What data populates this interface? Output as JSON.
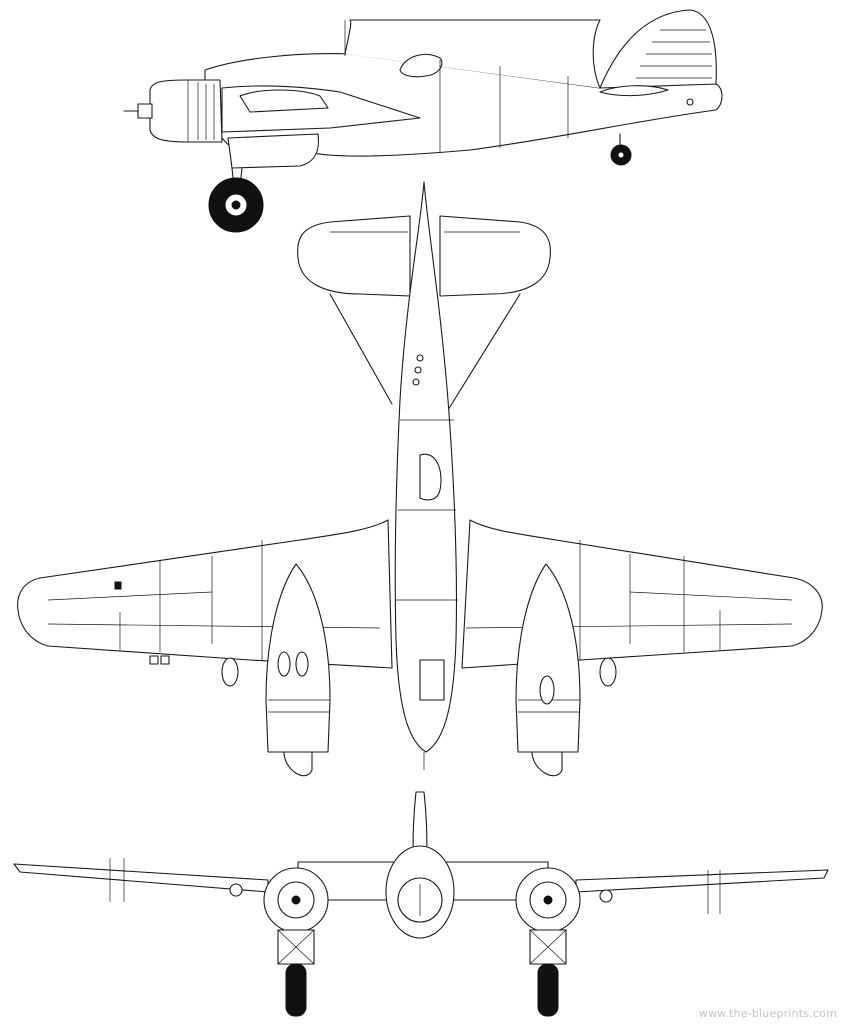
{
  "drawing": {
    "views": [
      "side-view",
      "top-view",
      "front-view"
    ],
    "line_color": "#1a1a1a",
    "background_color": "#ffffff"
  },
  "watermark": {
    "text": "www.the-blueprints.com",
    "color": "#c4c4c4"
  }
}
